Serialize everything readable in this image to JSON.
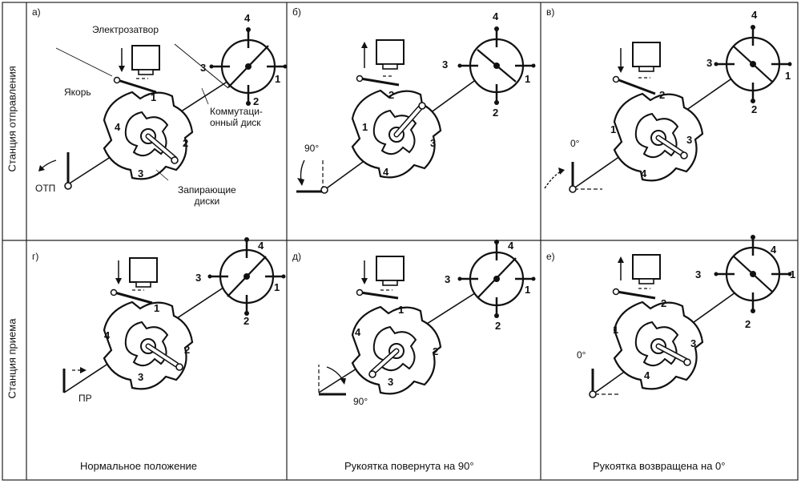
{
  "rows": [
    {
      "label": "Станция отправления"
    },
    {
      "label": "Станция приема"
    }
  ],
  "panels": [
    {
      "tag": "а)",
      "handle": "ОТП",
      "angle": "",
      "labels": {
        "shutter": "Электрозатвор",
        "anchor": "Якорь",
        "commdisk": "Коммутаци-\nонный диск",
        "lockdisks": "Запирающие\nдиски"
      }
    },
    {
      "tag": "б)",
      "handle": "",
      "angle": "90°",
      "labels": {}
    },
    {
      "tag": "в)",
      "handle": "",
      "angle": "0°",
      "labels": {}
    },
    {
      "tag": "г)",
      "handle": "ПР",
      "angle": "",
      "labels": {}
    },
    {
      "tag": "д)",
      "handle": "",
      "angle": "90°",
      "labels": {}
    },
    {
      "tag": "е)",
      "handle": "",
      "angle": "0°",
      "labels": {}
    }
  ],
  "digits": {
    "d1": "1",
    "d2": "2",
    "d3": "3",
    "d4": "4"
  },
  "captions": {
    "col1": "Нормальное положение",
    "col2": "Рукоятка повернута на 90°",
    "col3": "Рукоятка возвращена на 0°"
  }
}
